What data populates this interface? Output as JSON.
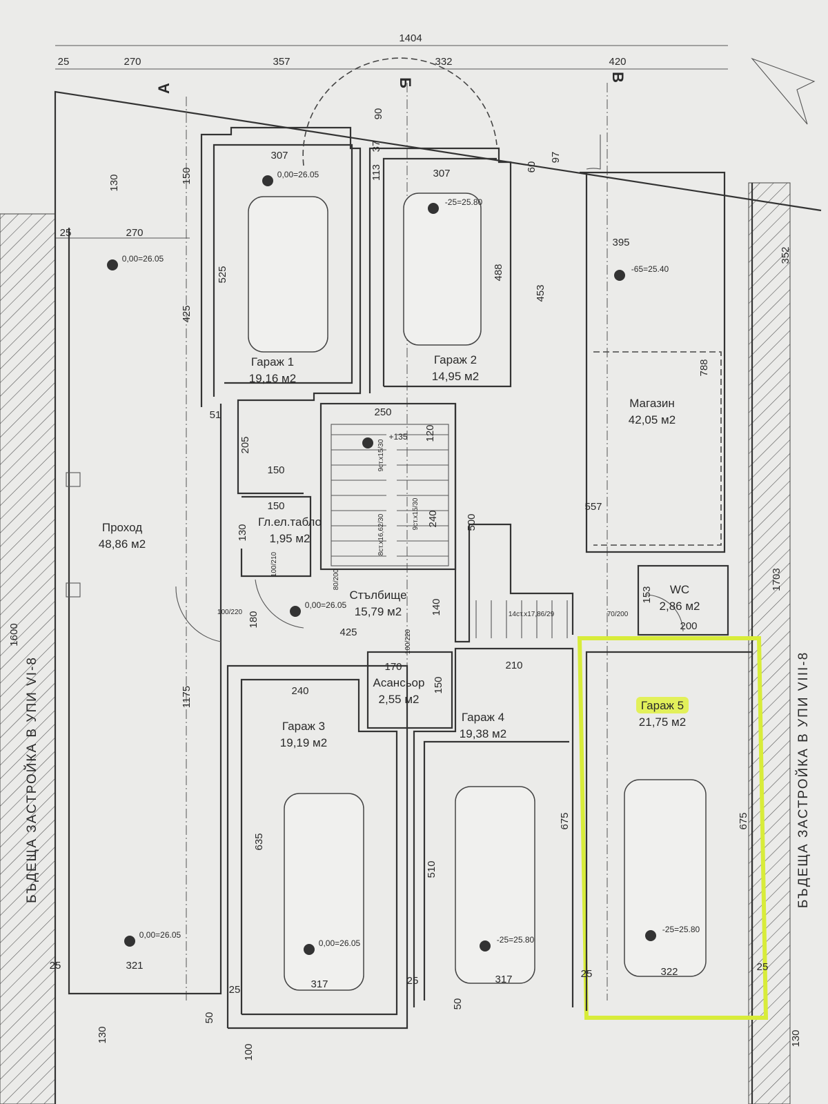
{
  "colors": {
    "paper": "#ebebe9",
    "lines": "#333333",
    "highlight": "#d8ec3a"
  },
  "rooms": [
    {
      "name": "Гараж 1",
      "area": "19,16 м2"
    },
    {
      "name": "Гараж 2",
      "area": "14,95 м2"
    },
    {
      "name": "Магазин",
      "area": "42,05 м2"
    },
    {
      "name": "Проход",
      "area": "48,86 м2"
    },
    {
      "name": "Гл.ел.табло",
      "area": "1,95 м2"
    },
    {
      "name": "Стълбище",
      "area": "15,79 м2"
    },
    {
      "name": "Асансьор",
      "area": "2,55 м2"
    },
    {
      "name": "Гараж 3",
      "area": "19,19 м2"
    },
    {
      "name": "Гараж 4",
      "area": "19,38 м2"
    },
    {
      "name": "Гараж 5",
      "area": "21,75 м2",
      "highlighted": true
    },
    {
      "name": "WC",
      "area": "2,86 м2"
    }
  ],
  "dimensions": [
    "1404",
    "25",
    "270",
    "357",
    "332",
    "420",
    "307",
    "307",
    "130",
    "150",
    "90",
    "37",
    "113",
    "60",
    "97",
    "25",
    "270",
    "395",
    "352",
    "525",
    "425",
    "488",
    "453",
    "788",
    "250",
    "120",
    "51",
    "205",
    "150",
    "150",
    "130",
    "240",
    "500",
    "557",
    "153",
    "200",
    "140",
    "180",
    "425",
    "1175",
    "1600",
    "1703",
    "170",
    "150",
    "210",
    "240",
    "635",
    "510",
    "675",
    "675",
    "321",
    "317",
    "317",
    "322",
    "25",
    "25",
    "25",
    "25",
    "25",
    "50",
    "50",
    "130",
    "130",
    "100"
  ],
  "elevations": [
    "0,00=26.05",
    "-25=25.80",
    "0,00=26.05",
    "-65=25.40",
    "+135",
    "0,00=26.05",
    "0,00=26.05",
    "0,00=26.05",
    "-25=25.80",
    "-25=25.80"
  ],
  "section_marks": [
    "А",
    "Б",
    "В"
  ],
  "notes": [
    "9ст.x15/30",
    "8ст.x16,62/30",
    "9ст.x15/30",
    "14ст.x17,86/29",
    "100/210",
    "80/200",
    "100/220",
    "100/220",
    "70/200"
  ],
  "side_labels": {
    "left": "БЪДЕЩА ЗАСТРОЙКА В УПИ VI-8",
    "right": "БЪДЕЩА ЗАСТРОЙКА В УПИ VIII-8"
  },
  "north_arrow": "north-arrow-icon"
}
